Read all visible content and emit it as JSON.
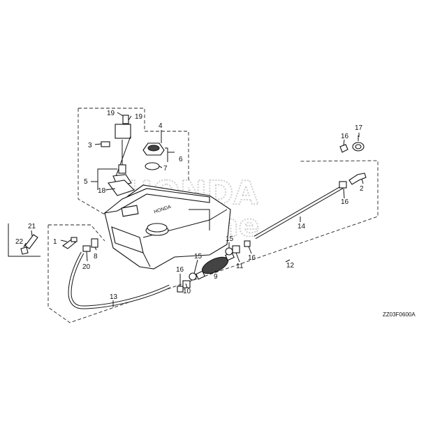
{
  "diagram": {
    "watermark_line1": "HONDA",
    "watermark_line2": "marine",
    "tank_brand": "HONDA",
    "drawing_code": "ZZ03F0600A",
    "callouts": {
      "c1": "1",
      "c2": "2",
      "c3": "3",
      "c4": "4",
      "c5": "5",
      "c6": "6",
      "c7": "7",
      "c8": "8",
      "c9": "9",
      "c10": "10",
      "c11": "11",
      "c12": "12",
      "c13": "13",
      "c14": "14",
      "c15a": "15",
      "c15b": "15",
      "c16a": "16",
      "c16b": "16",
      "c16c": "16",
      "c16d": "16",
      "c17": "17",
      "c18": "18",
      "c19a": "19",
      "c19b": "19",
      "c20": "20",
      "c21": "21",
      "c22": "22"
    }
  }
}
